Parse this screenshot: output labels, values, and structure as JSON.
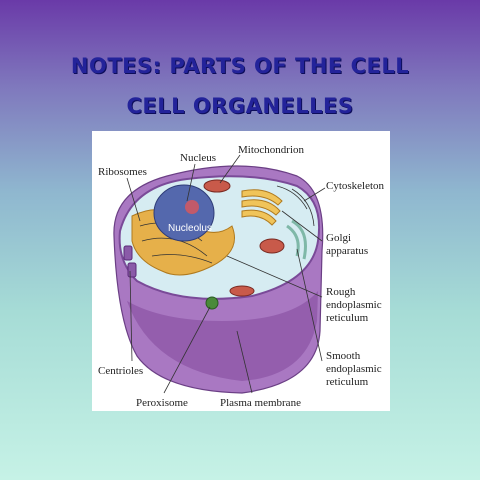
{
  "header": {
    "title_line1": "NOTES:  PARTS OF THE CELL",
    "title_line2": "CELL ORGANELLES"
  },
  "diagram": {
    "labels": {
      "nucleus": "Nucleus",
      "mitochondrion": "Mitochondrion",
      "ribosomes": "Ribosomes",
      "cytoskeleton": "Cytoskeleton",
      "nucleolus": "Nucleolus",
      "golgi_1": "Golgi",
      "golgi_2": "apparatus",
      "rough_er_1": "Rough",
      "rough_er_2": "endoplasmic",
      "rough_er_3": "reticulum",
      "smooth_er_1": "Smooth",
      "smooth_er_2": "endoplasmic",
      "smooth_er_3": "reticulum",
      "centrioles": "Centrioles",
      "peroxisome": "Peroxisome",
      "plasma_membrane": "Plasma membrane"
    },
    "colors": {
      "membrane": "#9a66b0",
      "cytoplasm": "#cfe6ee",
      "nucleus": "#5a6fb0",
      "rough_er": "#e0a83a",
      "golgi": "#e6b84a",
      "mitochondrion": "#c85a4a"
    }
  }
}
